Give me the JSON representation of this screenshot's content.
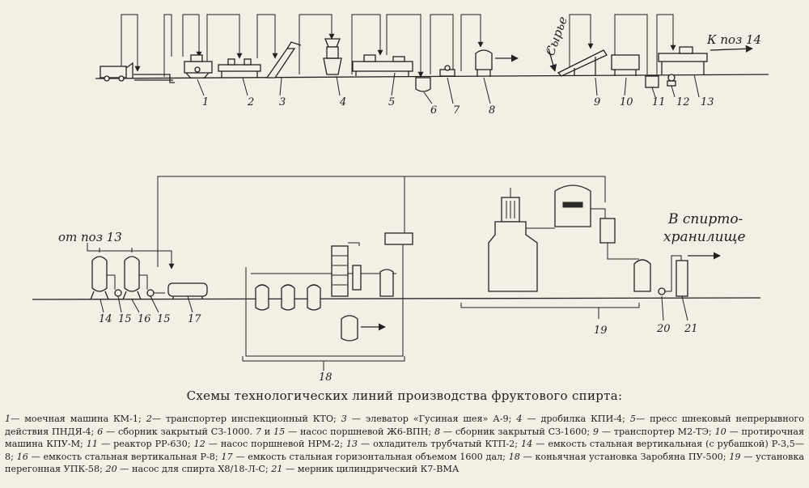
{
  "labels": {
    "syrye": "Сырье",
    "k_poz": "К поз 14",
    "ot_poz": "от поз 13",
    "v_spirto": "В спирто-",
    "khranilishche": "хранилище"
  },
  "positions": [
    "1",
    "2",
    "3",
    "4",
    "5",
    "6",
    "7",
    "8",
    "9",
    "10",
    "11",
    "12",
    "13",
    "14",
    "15",
    "16",
    "15",
    "17",
    "18",
    "19",
    "20",
    "21"
  ],
  "caption": "Схемы технологических линий производства фруктового спирта:",
  "legend": [
    {
      "n": "1",
      "t": "— моечная машина КМ-1; "
    },
    {
      "n": "2",
      "t": "— транспортер инспекционный КТО; "
    },
    {
      "n": "3",
      "t": " — элеватор «Гусиная шея» А-9; "
    },
    {
      "n": "4",
      "t": " — дробилка КПИ-4; "
    },
    {
      "n": "5",
      "t": "— пресс шнековый непрерывного действия ПНДЯ-4; "
    },
    {
      "n": "6",
      "t": " — сборник закрытый СЗ-1000. "
    },
    {
      "n": "7",
      "t": " и "
    },
    {
      "n": "15",
      "t": " — насос поршневой Ж6-ВПН; "
    },
    {
      "n": "8",
      "t": " — сборник закрытый СЗ-1600; "
    },
    {
      "n": "9",
      "t": " — транспортер М2-ТЭ; "
    },
    {
      "n": "10",
      "t": " — протирочная машина КПУ-М; "
    },
    {
      "n": "11",
      "t": " — реактор РР-630; "
    },
    {
      "n": "12",
      "t": " — насос поршневой НРМ-2; "
    },
    {
      "n": "13",
      "t": " — охладитель трубчатый КТП-2; "
    },
    {
      "n": "14",
      "t": " — емкость стальная вертикальная (с рубашкой) Р-3,5—8; "
    },
    {
      "n": "16",
      "t": " — емкость стальная вертикальная Р-8; "
    },
    {
      "n": "17",
      "t": " — емкость стальная горизонтальная объемом 1600 дал; "
    },
    {
      "n": "18",
      "t": " — коньячная установка Заробяна ПУ-500; "
    },
    {
      "n": "19",
      "t": " — установка перегонная УПК-58; "
    },
    {
      "n": "20",
      "t": " — насос для спирта Х8/18-Л-С; "
    },
    {
      "n": "21",
      "t": " — мерник цилиндрический К7-ВМА"
    }
  ]
}
